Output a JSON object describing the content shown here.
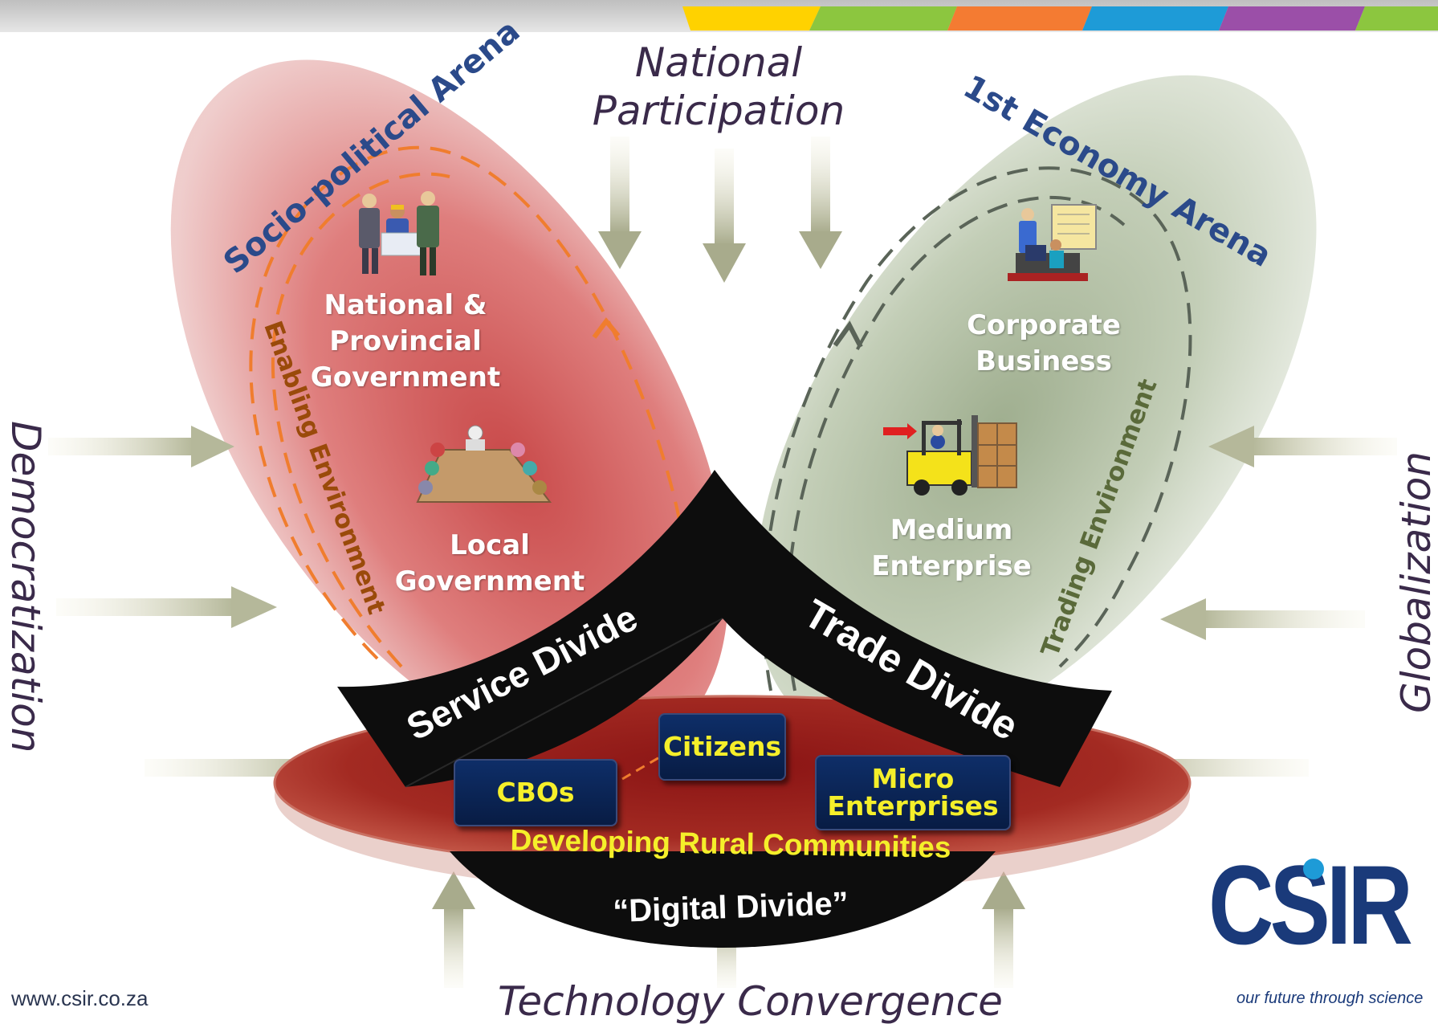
{
  "header_stripe": {
    "colors": [
      "#ffd200",
      "#8cc63f",
      "#f47b32",
      "#1e9bd7",
      "#9b4fa8",
      "#8cc63f"
    ]
  },
  "forces": {
    "top": [
      "National",
      "Participation"
    ],
    "left": "Democratization",
    "right": "Globalization",
    "bottom": "Technology Convergence"
  },
  "arenas": {
    "left": {
      "title": "Socio-political Arena",
      "environment": "Enabling Environment",
      "items": [
        {
          "lines": [
            "National &",
            "Provincial",
            "Government"
          ],
          "icon": "people-meeting-icon"
        },
        {
          "lines": [
            "Local",
            "Government"
          ],
          "icon": "conference-table-icon"
        }
      ],
      "color": "#d9625f"
    },
    "right": {
      "title": "1st Economy Arena",
      "environment": "Trading Environment",
      "items": [
        {
          "lines": [
            "Corporate",
            "Business"
          ],
          "icon": "office-presentation-icon"
        },
        {
          "lines": [
            "Medium",
            "Enterprise"
          ],
          "icon": "forklift-icon"
        }
      ],
      "color": "#c9d3bf"
    }
  },
  "divides": {
    "service": "Service Divide",
    "trade": "Trade Divide",
    "digital": "“Digital Divide”"
  },
  "base": {
    "title": "Developing Rural Communities",
    "boxes": [
      "CBOs",
      "Citizens",
      "Micro Enterprises"
    ]
  },
  "footer": {
    "url": "www.csir.co.za",
    "logo": "CSIR",
    "tagline": "our future through science"
  }
}
